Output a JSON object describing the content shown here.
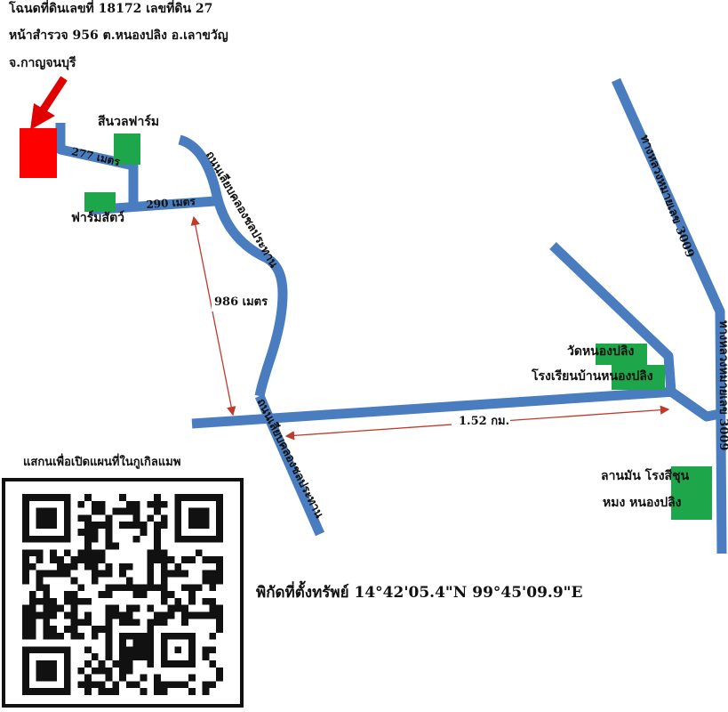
{
  "header": {
    "line1": "โฉนดที่ดินเลขที่ 18172 เลขที่ดิน 27",
    "line2": "หน้าสำรวจ 956 ต.หนองปลิง อ.เลาขวัญ",
    "line3": "จ.กาญจนบุรี"
  },
  "places": {
    "farm1": "สีนวลฟาร์ม",
    "farm2": "ฟาร์มสัตว์",
    "temple": "วัดหนองปลิง",
    "school": "โรงเรียนบ้านหนองปลิง",
    "mill_line1": "ลานมัน โรงสีชุน",
    "mill_line2": "หมง หนองปลิง"
  },
  "roads": {
    "canal_road_upper": "ถนนเลียบคลองชลประทาน",
    "canal_road_lower": "ถนนเลียบคลองชลประทาน",
    "highway_upper": "ทางหลวงหมายเลข 3009",
    "highway_lower": "ทางหลวงหมายเลข 3009"
  },
  "distances": {
    "d1": "277 เมตร",
    "d2": "290 เมตร",
    "d3": "986 เมตร",
    "d4": "1.52 กม."
  },
  "qr": {
    "caption": "แสกนเพื่อเปิดแผนที่ในกูเกิลแมพ"
  },
  "coordinates": "พิกัดที่ตั้งทรัพย์ 14°42'05.4\"N 99°45'09.9\"E",
  "colors": {
    "road": "#4a7dbf",
    "property": "#ff0000",
    "landmark": "#1ea64a",
    "arrow": "#e00000",
    "dimension": "#c0392b"
  }
}
